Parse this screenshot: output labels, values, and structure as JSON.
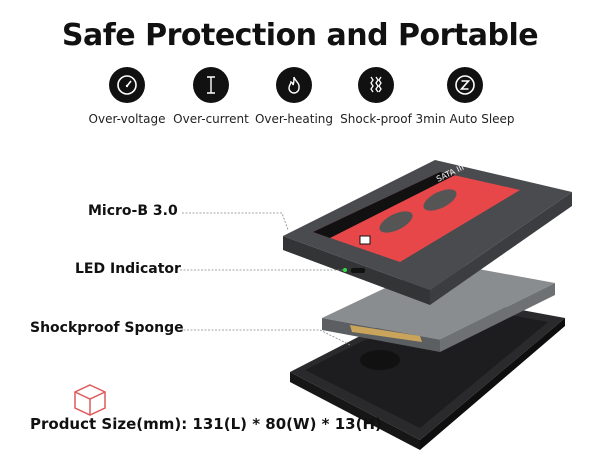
{
  "title": "Safe Protection and Portable",
  "features": [
    {
      "icon": "gauge-icon",
      "label": "Over-voltage"
    },
    {
      "icon": "current-icon",
      "label": "Over-current"
    },
    {
      "icon": "flame-icon",
      "label": "Over-heating"
    },
    {
      "icon": "wave-icon",
      "label": "Shock-proof"
    },
    {
      "icon": "sleep-z-icon",
      "label": "3min Auto Sleep"
    }
  ],
  "callouts": {
    "port": "Micro-B 3.0",
    "led": "LED Indicator",
    "sponge": "Shockproof Sponge"
  },
  "device": {
    "label": "SATA III"
  },
  "product_size": "Product Size(mm): 131(L) * 80(W) * 13(H)",
  "colors": {
    "accent": "#e8474a",
    "led": "#2ee04a",
    "cube": "#e05a5a"
  }
}
